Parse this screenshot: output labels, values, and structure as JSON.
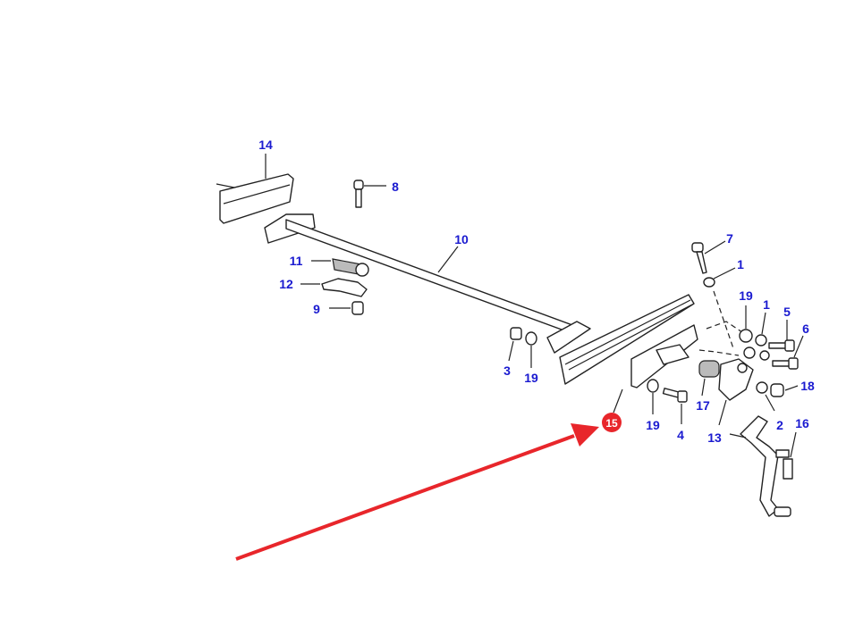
{
  "diagram": {
    "labels": [
      "14",
      "8",
      "10",
      "11",
      "12",
      "9",
      "7",
      "1",
      "19",
      "1",
      "5",
      "6",
      "3",
      "19",
      "18",
      "17",
      "19",
      "2",
      "16",
      "13",
      "4"
    ],
    "highlight": {
      "label": "15",
      "color": "#e8262b"
    },
    "arrow_color": "#e8262b",
    "label_color": "#1a1ad0"
  }
}
